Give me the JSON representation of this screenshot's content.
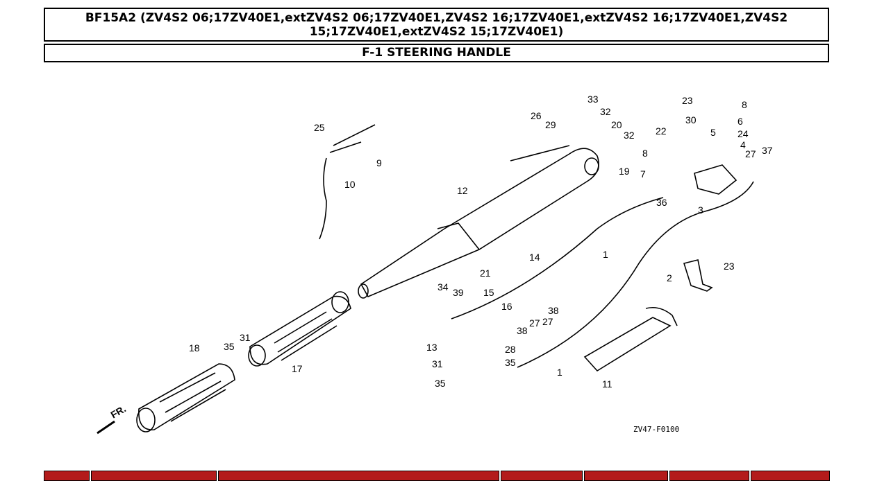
{
  "model_title": "BF15A2 (ZV4S2 06;17ZV40E1,extZV4S2 06;17ZV40E1,ZV4S2 16;17ZV40E1,extZV4S2 16;17ZV40E1,ZV4S2 15;17ZV40E1,extZV4S2 15;17ZV40E1)",
  "section_title": "F-1 STEERING HANDLE",
  "diagram": {
    "drawing_code": "ZV47-F0100",
    "front_arrow_label": "FR.",
    "callouts": [
      "1",
      "2",
      "3",
      "4",
      "5",
      "6",
      "7",
      "8",
      "9",
      "10",
      "11",
      "12",
      "13",
      "14",
      "15",
      "16",
      "17",
      "18",
      "19",
      "20",
      "21",
      "22",
      "23",
      "24",
      "25",
      "26",
      "27",
      "28",
      "29",
      "30",
      "31",
      "32",
      "33",
      "34",
      "35",
      "36",
      "37",
      "38",
      "39"
    ]
  },
  "colors": {
    "table_header": "#b31b1b",
    "border": "#000000"
  }
}
